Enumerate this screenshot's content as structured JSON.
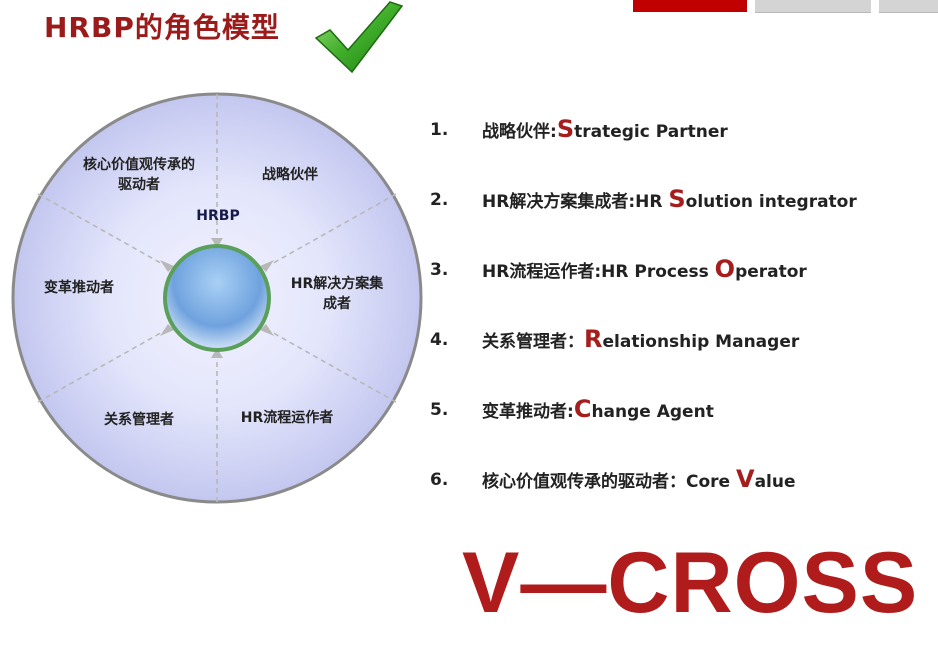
{
  "title": "HRBP的角色模型",
  "diagram": {
    "center": "HRBP",
    "segments": {
      "core_value": [
        "核心价值观传承的",
        "驱动者"
      ],
      "strategic": [
        "战略伙伴"
      ],
      "solution": [
        "HR解决方案集",
        "成者"
      ],
      "process": [
        "HR流程运作者"
      ],
      "relationship": [
        "关系管理者"
      ],
      "change": [
        "变革推动者"
      ]
    }
  },
  "roles": [
    {
      "num": "1.",
      "prefix": "战略伙伴:",
      "pre_en": "",
      "cap": "S",
      "rest": "trategic Partner"
    },
    {
      "num": "2.",
      "prefix": "HR解决方案集成者:",
      "pre_en": "HR ",
      "cap": "S",
      "rest": "olution integrator"
    },
    {
      "num": "3.",
      "prefix": "HR流程运作者:",
      "pre_en": "HR Process ",
      "cap": "O",
      "rest": "perator"
    },
    {
      "num": "4.",
      "prefix": "关系管理者：",
      "pre_en": "",
      "cap": "R",
      "rest": "elationship Manager"
    },
    {
      "num": "5.",
      "prefix": "变革推动者:",
      "pre_en": "",
      "cap": "C",
      "rest": "hange Agent"
    },
    {
      "num": "6.",
      "prefix": "核心价值观传承的驱动者：",
      "pre_en": "Core ",
      "cap": "V",
      "rest": "alue"
    }
  ],
  "slogan": "V—CROSS",
  "colors": {
    "accent": "#a51d1d",
    "circle_fill": "#c9cdf2",
    "hub_fill": "#6ea0de",
    "hub_ring": "#5aa05a"
  }
}
